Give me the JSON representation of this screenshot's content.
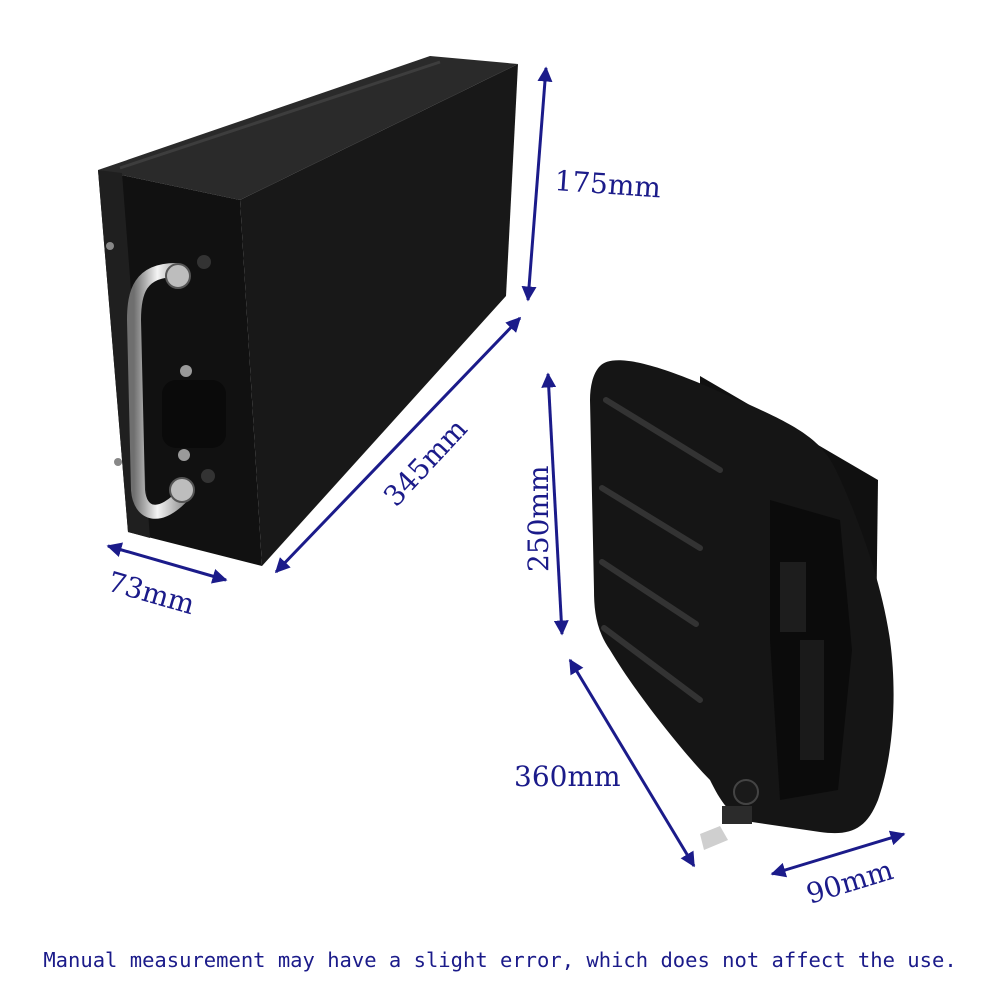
{
  "dimensions": {
    "box1": {
      "height": "175mm",
      "length": "345mm",
      "width": "73mm"
    },
    "box2": {
      "height": "250mm",
      "length": "360mm",
      "width": "90mm"
    }
  },
  "caption": "Manual measurement may have a slight error, which does not affect the use.",
  "colors": {
    "annotation": "#1b1b8a",
    "battery": "#141414",
    "handle": "#d8d8d8"
  }
}
